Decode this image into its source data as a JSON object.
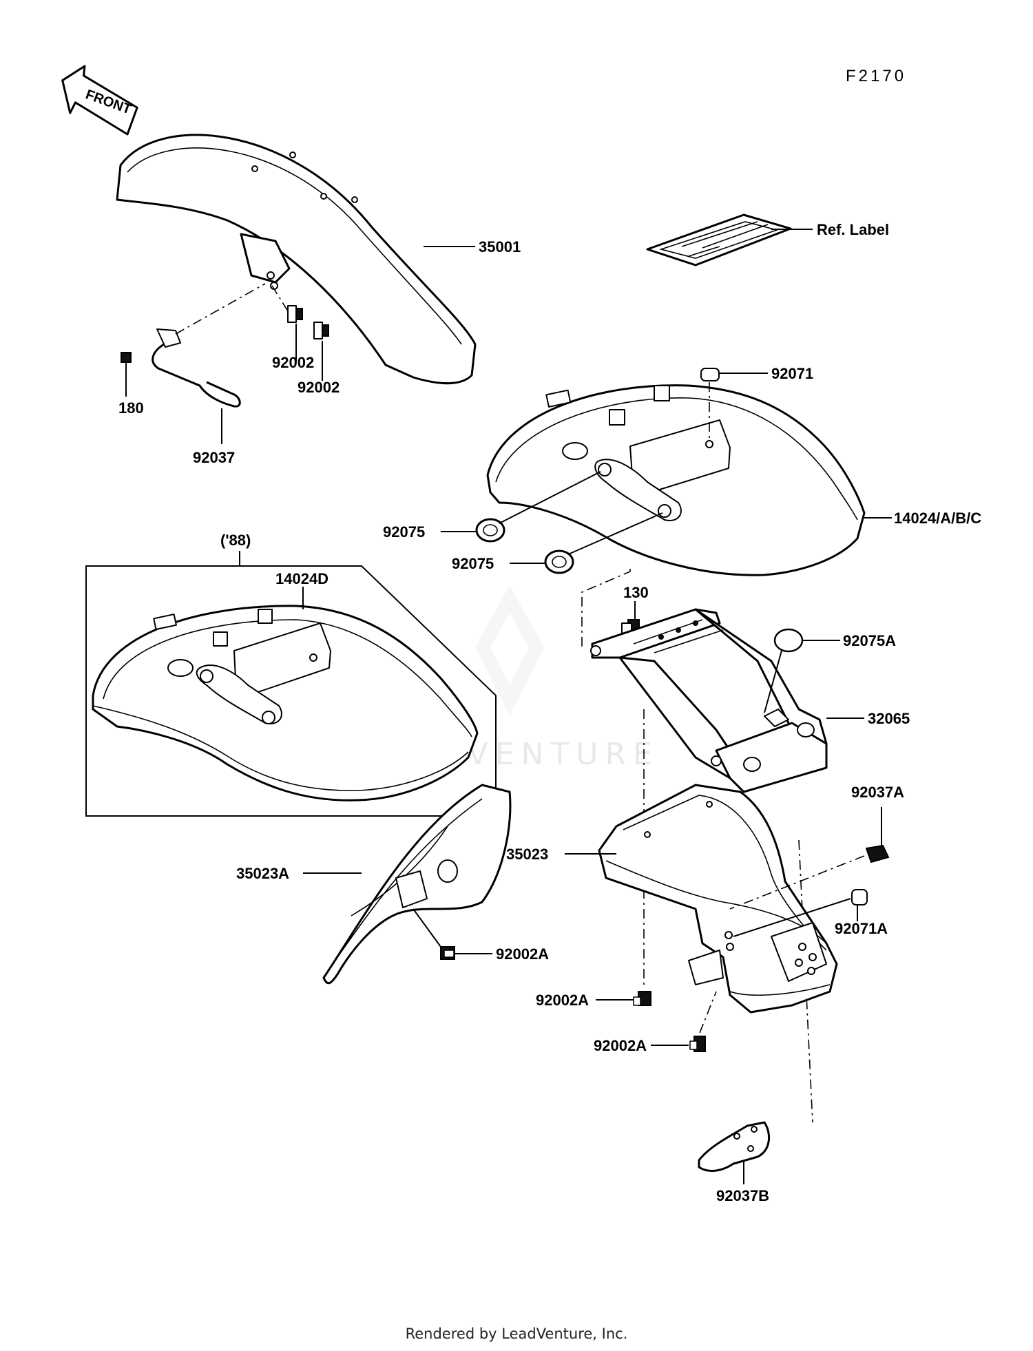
{
  "figure_code": "F2170",
  "front_arrow": "FRONT",
  "variant_note": "('88)",
  "watermark": "LEADVENTURE",
  "footer": "Rendered by LeadVenture, Inc.",
  "labels": {
    "p35001": "35001",
    "p92002a": "92002",
    "p92002b": "92002",
    "p180": "180",
    "p92037": "92037",
    "ref_label": "Ref. Label",
    "p92071": "92071",
    "p14024": "14024/A/B/C",
    "p92075a": "92075",
    "p92075b": "92075",
    "p14024d": "14024D",
    "p130": "130",
    "p92075A": "92075A",
    "p32065": "32065",
    "p92037A": "92037A",
    "p35023": "35023",
    "p35023A": "35023A",
    "p92002A_1": "92002A",
    "p92071A": "92071A",
    "p92002A_2": "92002A",
    "p92002A_3": "92002A",
    "p92037B": "92037B"
  }
}
